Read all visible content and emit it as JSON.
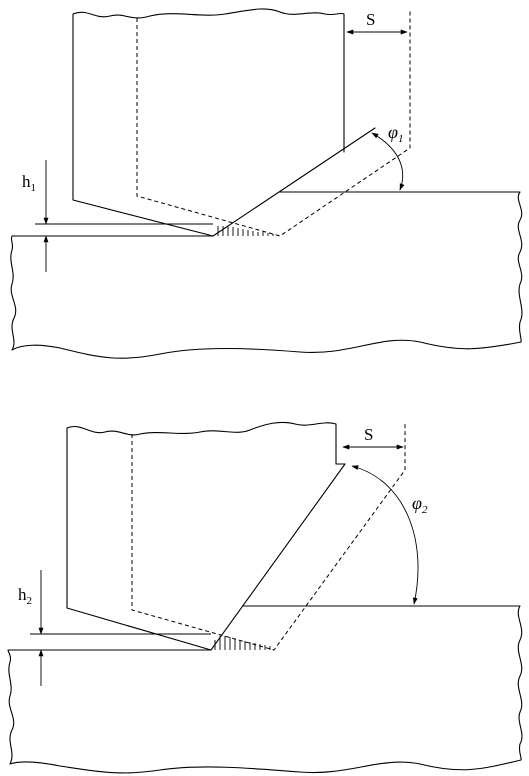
{
  "figure_top": {
    "feed_label": "S",
    "angle_symbol": "φ",
    "angle_subscript": "1",
    "depth_symbol": "h",
    "depth_subscript": "1"
  },
  "figure_bottom": {
    "feed_label": "S",
    "angle_symbol": "φ",
    "angle_subscript": "2",
    "depth_symbol": "h",
    "depth_subscript": "2"
  }
}
